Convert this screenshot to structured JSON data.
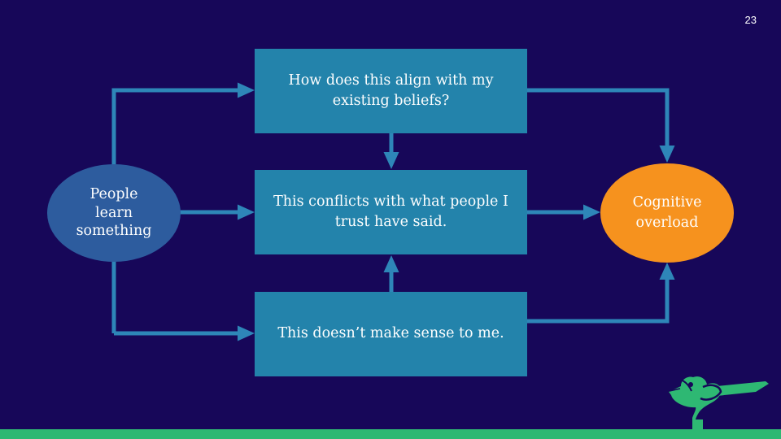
{
  "slide": {
    "page_number": "23",
    "background_color": "#170759"
  },
  "diagram": {
    "start_node": {
      "label": "People learn something",
      "color": "#2d5c9e"
    },
    "end_node": {
      "label": "Cognitive overload",
      "color": "#f6921e"
    },
    "boxes": [
      {
        "label": "How does this align with my existing beliefs?"
      },
      {
        "label": "This conflicts with  what people I trust have said."
      },
      {
        "label": "This doesn’t make sense to me."
      }
    ],
    "box_color": "#2383ab",
    "arrow_color": "#2e86b8",
    "connections": [
      "start -> box1",
      "start -> box2",
      "start -> box3",
      "box1 -> box2",
      "box3 -> box2",
      "box1 -> end",
      "box2 -> end",
      "box3 -> end"
    ]
  },
  "footer": {
    "logo": "magpie-bird-logo",
    "bar_color": "#2eb873"
  }
}
